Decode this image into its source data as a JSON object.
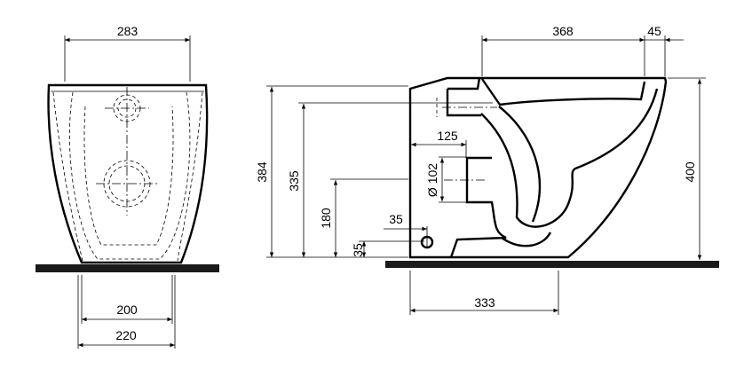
{
  "front_view": {
    "dims": {
      "top_width": "283",
      "inner_width": "200",
      "base_width": "220"
    }
  },
  "side_view": {
    "dims": {
      "bowl_length": "368",
      "rim_offset": "45",
      "total_height": "400",
      "height_384": "384",
      "height_335": "335",
      "height_180": "180",
      "height_35": "35",
      "offset_35": "35",
      "outlet_depth": "125",
      "outlet_diameter": "Ø 102",
      "base_length": "333"
    }
  },
  "colors": {
    "ink": "#000000",
    "floor": "#1a1a1a",
    "background": "#ffffff"
  }
}
